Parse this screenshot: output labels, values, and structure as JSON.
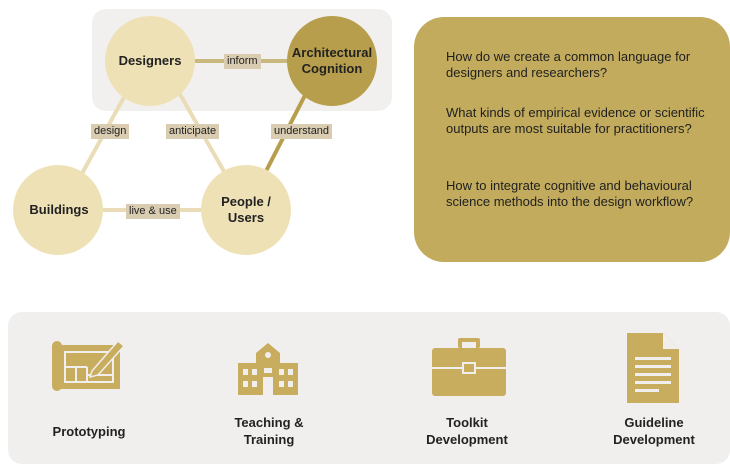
{
  "nodes": {
    "designers": "Designers",
    "cognition_line1": "Architectural",
    "cognition_line2": "Cognition",
    "buildings": "Buildings",
    "users_line1": "People /",
    "users_line2": "Users"
  },
  "edges": {
    "inform": "inform",
    "design": "design",
    "anticipate": "anticipate",
    "understand": "understand",
    "live_use": "live & use"
  },
  "questions": [
    "How do we create a common language for designers and researchers?",
    "What kinds of empirical evidence or scientific outputs are most suitable for practitioners?",
    "How to integrate cognitive and behavioural science methods into the design workflow?"
  ],
  "outputs": {
    "prototyping": "Prototyping",
    "teaching_line1": "Teaching &",
    "teaching_line2": "Training",
    "toolkit_line1": "Toolkit",
    "toolkit_line2": "Development",
    "guideline_line1": "Guideline",
    "guideline_line2": "Development"
  },
  "icons": {
    "prototyping": "blueprint-pencil-icon",
    "teaching": "school-building-icon",
    "toolkit": "briefcase-icon",
    "guideline": "document-icon"
  },
  "colors": {
    "light_node": "#efe1b6",
    "dark_node": "#b79e4c",
    "question_box": "#c2ab5d",
    "edge_line": "#c9b97e",
    "edge_label_bg": "#d9ccb0",
    "icon": "#c9ad5e",
    "panel_bg": "#f0efed",
    "highlight_bg": "#f1f0ee"
  }
}
